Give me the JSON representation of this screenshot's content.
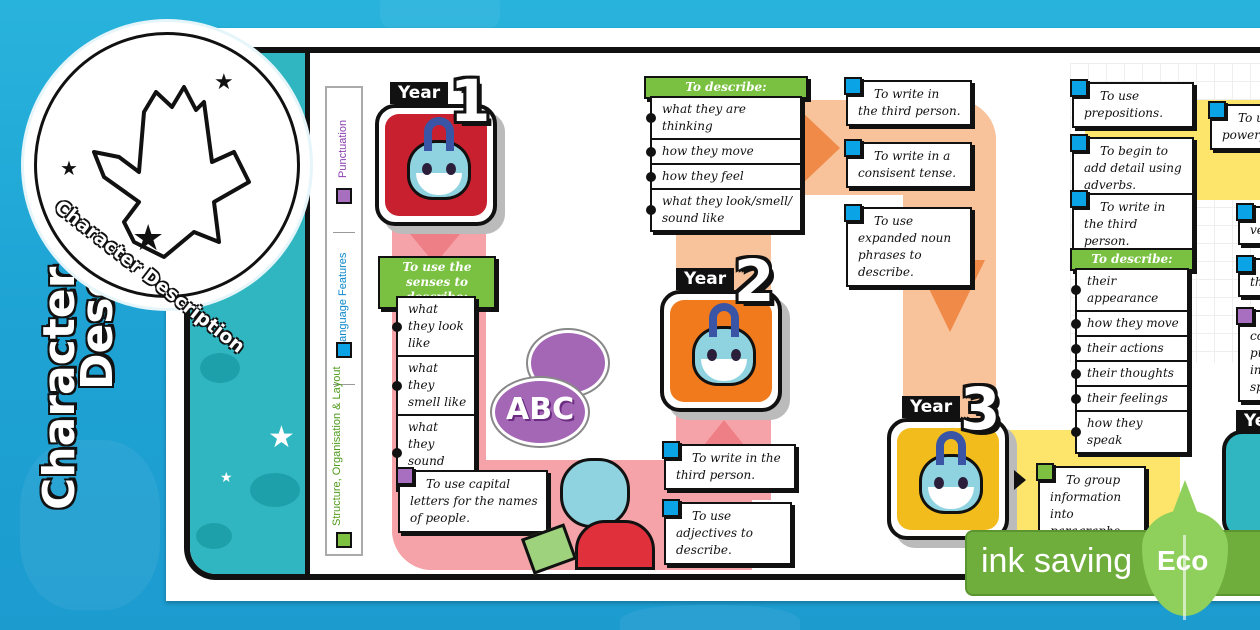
{
  "logo": {
    "text": "Character Description",
    "icon": "character-silhouette-icon"
  },
  "side_title": {
    "line1": "Character",
    "line2": "Description"
  },
  "legend": {
    "items": [
      {
        "label": "Punctuation",
        "color": "#a86fc0",
        "text_color": "#8a3fb0"
      },
      {
        "label": "Language Features",
        "color": "#0aa4e6",
        "text_color": "#0a86c9"
      },
      {
        "label": "Structure, Organisation & Layout",
        "color": "#7ec040",
        "text_color": "#4e9a1a"
      }
    ]
  },
  "years": [
    {
      "tag": "Year",
      "number": "1",
      "badge_color": "#c8202f",
      "senses_header": "To use the senses to describe:",
      "senses": [
        "what they look like",
        "what they smell like",
        "what they sound like"
      ],
      "objectives": [
        {
          "category": "Punctuation",
          "text": "To use capital letters for the names of people."
        }
      ]
    },
    {
      "tag": "Year",
      "number": "2",
      "badge_color": "#f07a1c",
      "describe_header": "To describe:",
      "describe": [
        "what they are thinking",
        "how they move",
        "how they feel",
        "what they look/smell/ sound like"
      ],
      "objectives": [
        {
          "category": "Language Features",
          "text": "To write in the third person."
        },
        {
          "category": "Language Features",
          "text": "To use adjectives to describe."
        },
        {
          "category": "Language Features",
          "text": "To write in the third person."
        },
        {
          "category": "Language Features",
          "text": "To write in a consisent tense."
        },
        {
          "category": "Language Features",
          "text": "To use expanded noun phrases to describe."
        }
      ]
    },
    {
      "tag": "Year",
      "number": "3",
      "badge_color": "#f2bd1c",
      "describe_header": "To describe:",
      "describe": [
        "their appearance",
        "how they move",
        "their actions",
        "their thoughts",
        "their feelings",
        "how they speak"
      ],
      "objectives": [
        {
          "category": "Language Features",
          "text": "To use prepositions."
        },
        {
          "category": "Language Features",
          "text": "To begin to add detail using adverbs."
        },
        {
          "category": "Language Features",
          "text": "To write in the third person."
        },
        {
          "category": "Structure, Organisation & Layout",
          "text": "To group information into paragraphs."
        }
      ]
    },
    {
      "tag": "Ye",
      "partial_objectives": [
        {
          "category": "Language Features",
          "text": "To u powerfu"
        },
        {
          "category": "Language Features",
          "text": "ver"
        },
        {
          "category": "Language Features",
          "text": "thi"
        },
        {
          "category": "Punctuation",
          "text": "cor pu inc spe"
        }
      ]
    }
  ],
  "speech_bubble": {
    "text": "ABC"
  },
  "eco": {
    "label": "ink saving",
    "badge": "Eco",
    "color": "#6fae3d"
  }
}
